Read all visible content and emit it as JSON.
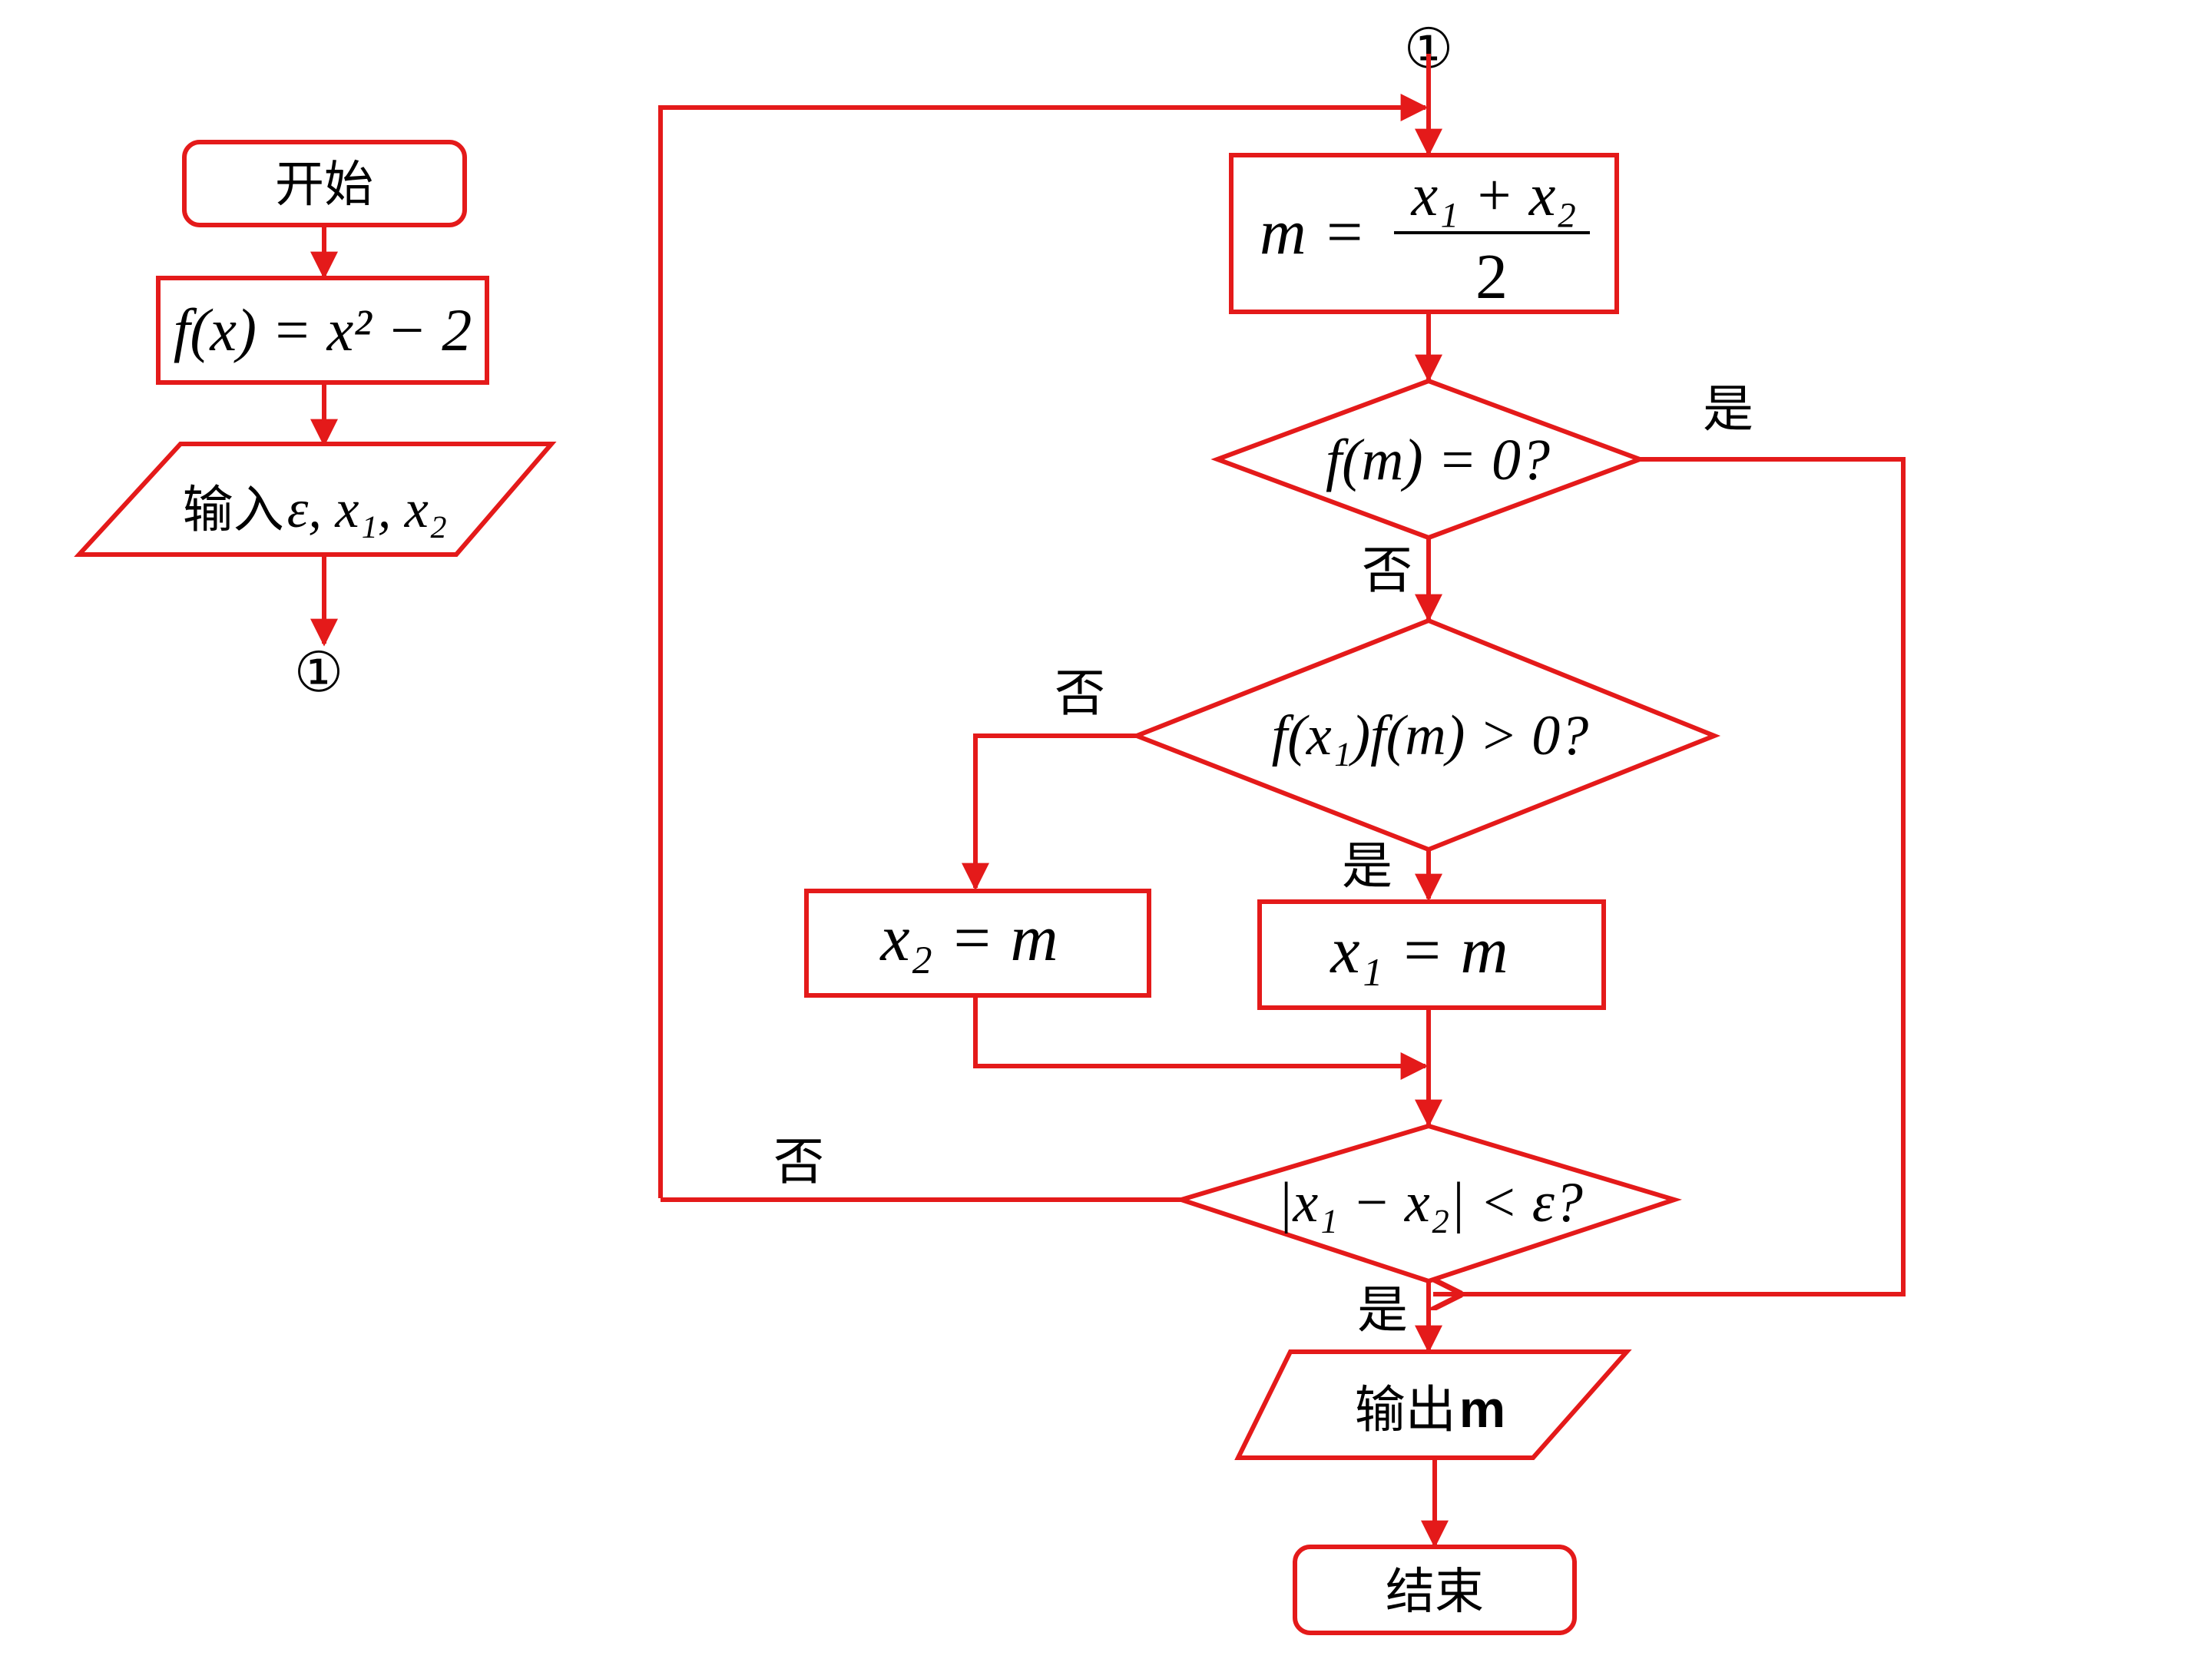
{
  "colors": {
    "stroke": "#e41a1a",
    "text": "#000000",
    "background": "#ffffff"
  },
  "left_column": {
    "start_label": "开始",
    "func_label": "f(x) = x² − 2",
    "input_prefix": "输入",
    "input_vars": "ε, x₁, x₂",
    "connector": "①"
  },
  "right_column": {
    "connector": "①",
    "midpoint_lhs": "m =",
    "midpoint_numerator": "x₁ + x₂",
    "midpoint_denominator": "2",
    "decision_zero": "f(m) = 0?",
    "decision_sign": "f(x₁)f(m) > 0?",
    "assign_x2": "x₂ = m",
    "assign_x1": "x₁ = m",
    "decision_eps": "|x₁ − x₂| < ε?",
    "output_prefix": "输出",
    "output_var": "m",
    "end_label": "结束"
  },
  "branch_labels": {
    "zero_yes": "是",
    "zero_no": "否",
    "sign_no": "否",
    "sign_yes": "是",
    "eps_no": "否",
    "eps_yes": "是"
  }
}
